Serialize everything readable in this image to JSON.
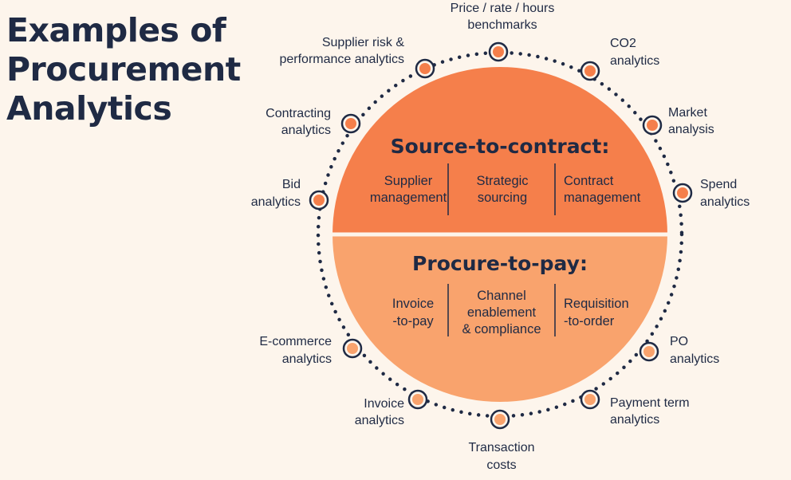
{
  "title": {
    "line1": "Examples of",
    "line2": "Procurement",
    "line3": "Analytics"
  },
  "colors": {
    "background": "#fdf5ec",
    "text": "#1f2a44",
    "source_half": "#f57f4b",
    "procure_half": "#f9a36d",
    "node_fill": "#f57f4b",
    "node_ring": "#1f2a44"
  },
  "source_to_contract": {
    "heading": "Source-to-contract:",
    "items": [
      {
        "line1": "Supplier",
        "line2": "management"
      },
      {
        "line1": "Strategic",
        "line2": "sourcing"
      },
      {
        "line1": "Contract",
        "line2": "management"
      }
    ]
  },
  "procure_to_pay": {
    "heading": "Procure-to-pay:",
    "items": [
      {
        "line1": "Invoice",
        "line2": "-to-pay",
        "line3": ""
      },
      {
        "line1": "Channel",
        "line2": "enablement",
        "line3": "& compliance"
      },
      {
        "line1": "Requisition",
        "line2": "-to-order",
        "line3": ""
      }
    ]
  },
  "analytics_nodes": {
    "price": {
      "line1": "Price / rate / hours",
      "line2": "benchmarks"
    },
    "supplier_risk": {
      "line1": "Supplier risk &",
      "line2": "performance analytics"
    },
    "co2": {
      "line1": "CO2",
      "line2": "analytics"
    },
    "contracting": {
      "line1": "Contracting",
      "line2": "analytics"
    },
    "market": {
      "line1": "Market",
      "line2": "analysis"
    },
    "bid": {
      "line1": "Bid",
      "line2": "analytics"
    },
    "spend": {
      "line1": "Spend",
      "line2": "analytics"
    },
    "ecommerce": {
      "line1": "E-commerce",
      "line2": "analytics"
    },
    "po": {
      "line1": "PO",
      "line2": "analytics"
    },
    "invoice": {
      "line1": "Invoice",
      "line2": "analytics"
    },
    "payment_term": {
      "line1": "Payment term",
      "line2": "analytics"
    },
    "transaction": {
      "line1": "Transaction",
      "line2": "costs"
    }
  }
}
